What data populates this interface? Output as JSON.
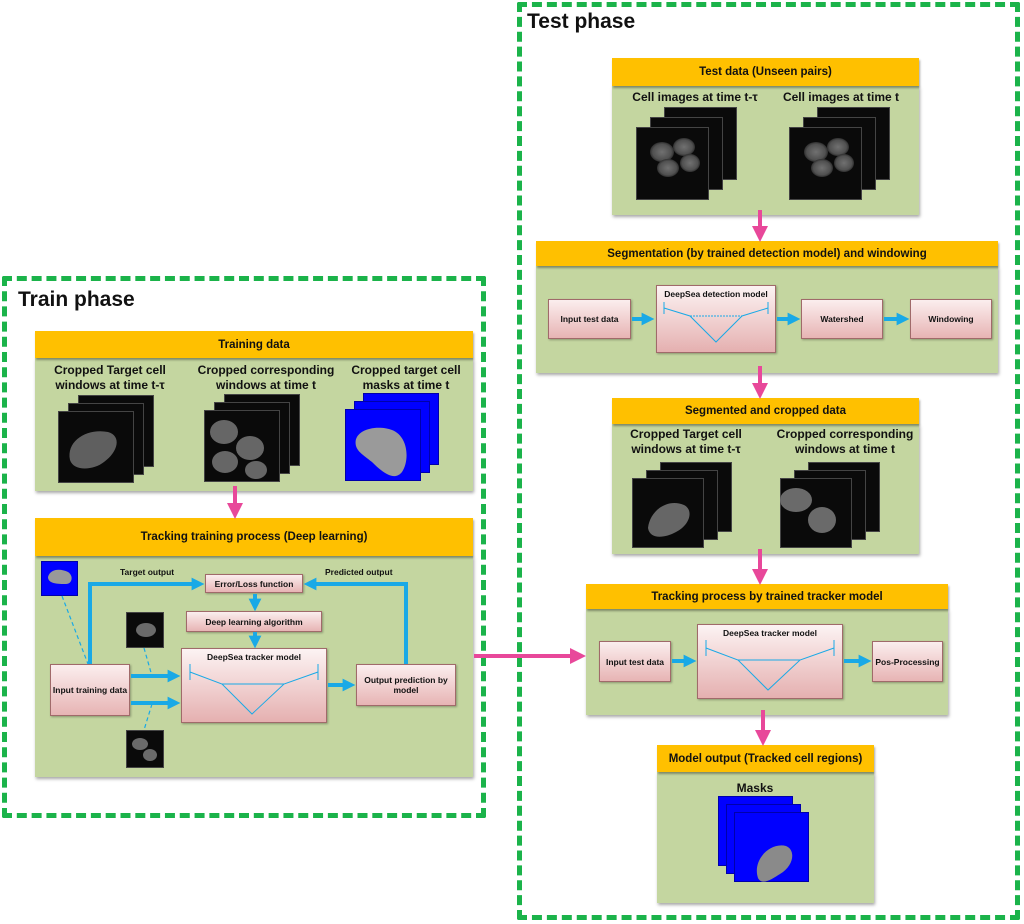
{
  "test_phase": {
    "title": "Test phase",
    "test_data": {
      "header": "Test data (Unseen pairs)",
      "caption_left": "Cell images at time t-τ",
      "caption_right": "Cell images at time t"
    },
    "segmentation": {
      "header": "Segmentation (by trained detection model) and windowing",
      "input": "Input test data",
      "model": "DeepSea detection model",
      "watershed": "Watershed",
      "windowing": "Windowing"
    },
    "segmented": {
      "header": "Segmented and cropped data",
      "caption_left_1": "Cropped Target cell",
      "caption_left_2": "windows at time t-τ",
      "caption_right_1": "Cropped corresponding",
      "caption_right_2": "windows at time t"
    },
    "tracking": {
      "header": "Tracking process by trained tracker model",
      "input": "Input test data",
      "model": "DeepSea tracker model",
      "post": "Pos-Processing"
    },
    "output": {
      "header": "Model output (Tracked cell regions)",
      "caption": "Masks"
    }
  },
  "train_phase": {
    "title": "Train phase",
    "training_data": {
      "header": "Training data",
      "caption1_1": "Cropped Target cell",
      "caption1_2": "windows at time t-τ",
      "caption2_1": "Cropped corresponding",
      "caption2_2": "windows at time t",
      "caption3_1": "Cropped target cell",
      "caption3_2": "masks at time t"
    },
    "process": {
      "header": "Tracking training process (Deep learning)",
      "target_output": "Target output",
      "predicted_output": "Predicted output",
      "loss": "Error/Loss function",
      "algorithm": "Deep learning algorithm",
      "model": "DeepSea tracker model",
      "input": "Input training data",
      "output_pred": "Output prediction by model"
    }
  },
  "colors": {
    "frame": "#1bb34a",
    "panel": "#c4d6a0",
    "header": "#ffc000",
    "arrow_pink": "#e8489a",
    "arrow_blue": "#19a9e6",
    "mask_blue": "#0000ff"
  }
}
